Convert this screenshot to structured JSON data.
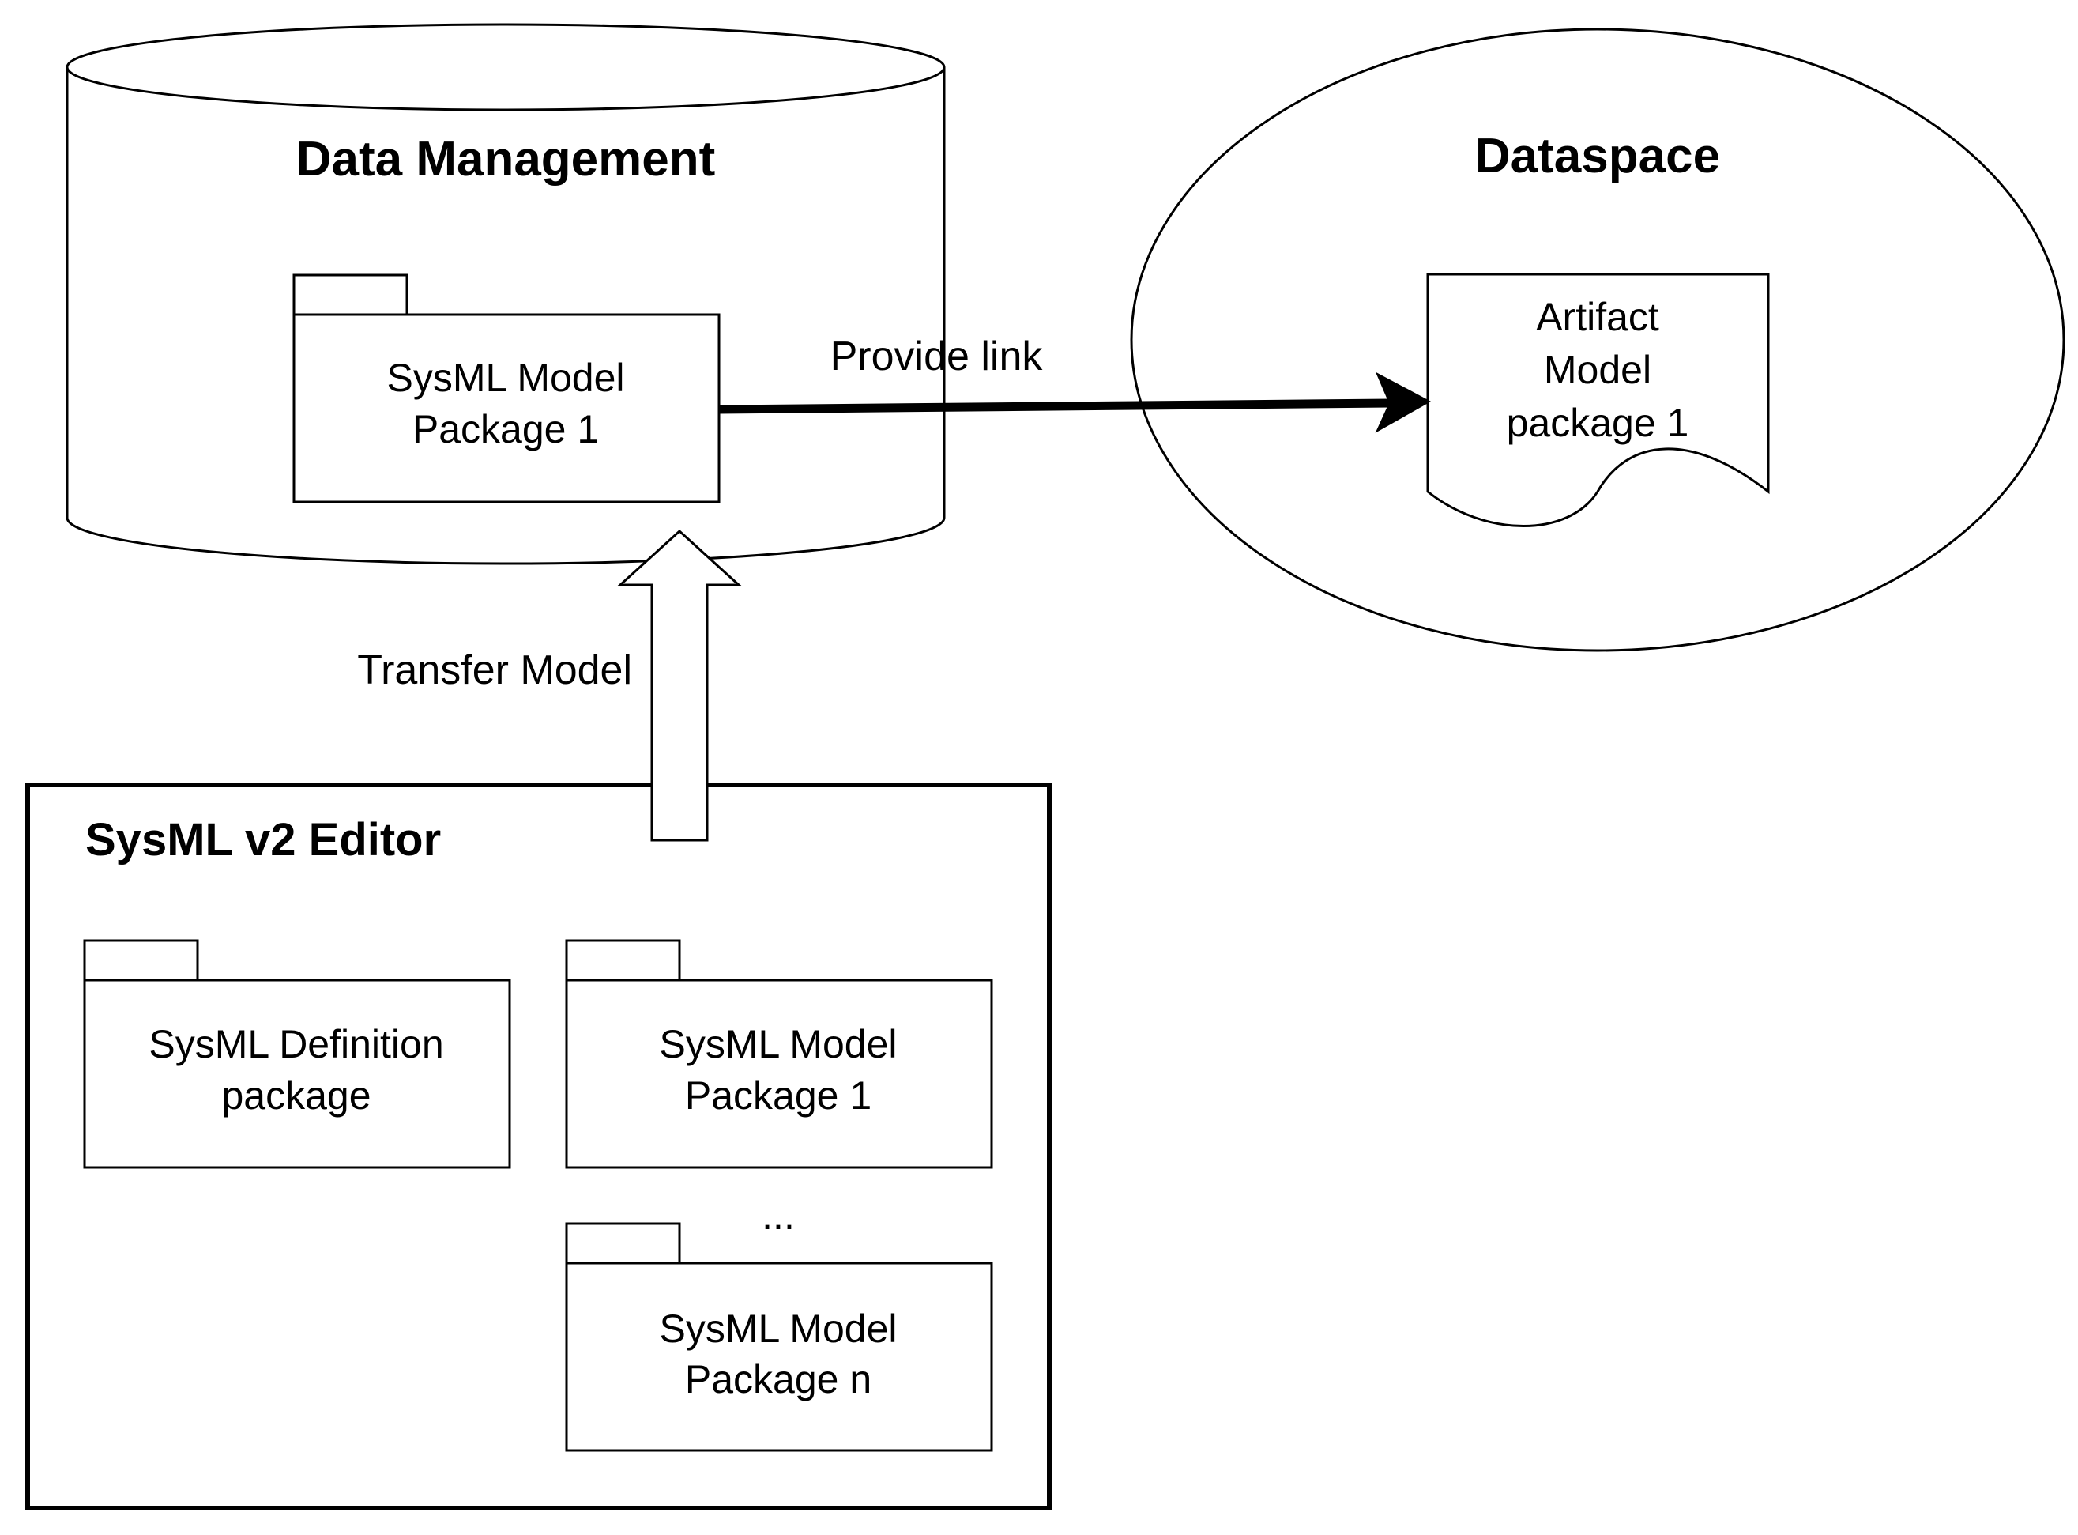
{
  "colors": {
    "stroke": "#000000",
    "fill": "#ffffff"
  },
  "data_management": {
    "title": "Data Management",
    "package": {
      "line1": "SysML Model",
      "line2": "Package 1"
    }
  },
  "dataspace": {
    "title": "Dataspace",
    "artifact": {
      "line1": "Artifact",
      "line2": "Model",
      "line3": "package 1"
    }
  },
  "provide_link_label": "Provide link",
  "transfer_model_label": "Transfer Model",
  "editor": {
    "title": "SysML v2 Editor",
    "definition_package": {
      "line1": "SysML Definition",
      "line2": "package"
    },
    "model_package_1": {
      "line1": "SysML Model",
      "line2": "Package 1"
    },
    "ellipsis": "...",
    "model_package_n": {
      "line1": "SysML Model",
      "line2": "Package n"
    }
  }
}
